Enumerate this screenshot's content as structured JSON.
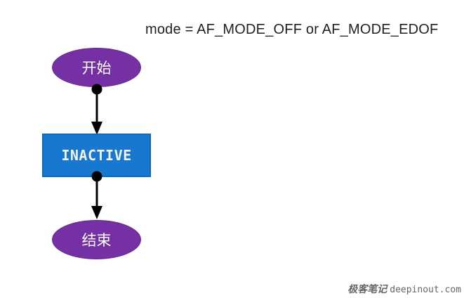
{
  "title": {
    "text": "mode = AF_MODE_OFF or AF_MODE_EDOF"
  },
  "nodes": {
    "start": {
      "label": "开始",
      "shape": "ellipse"
    },
    "inactive": {
      "label": "INACTIVE",
      "shape": "rectangle"
    },
    "end": {
      "label": "结束",
      "shape": "ellipse"
    }
  },
  "edges": [
    {
      "from": "start",
      "to": "inactive",
      "style": "dot-to-arrow"
    },
    {
      "from": "inactive",
      "to": "end",
      "style": "dot-to-arrow"
    }
  ],
  "watermark": {
    "cn": "极客笔记",
    "site": "deepinout.com"
  },
  "colors": {
    "ellipse_fill": "#7530A3",
    "ellipse_border": "#632A8C",
    "rect_fill": "#1878D0",
    "rect_border": "#1268BD",
    "node_text": "#FFFFFF",
    "arrow": "#000000",
    "title_text": "#1F1F1F",
    "watermark_text": "#666666"
  }
}
